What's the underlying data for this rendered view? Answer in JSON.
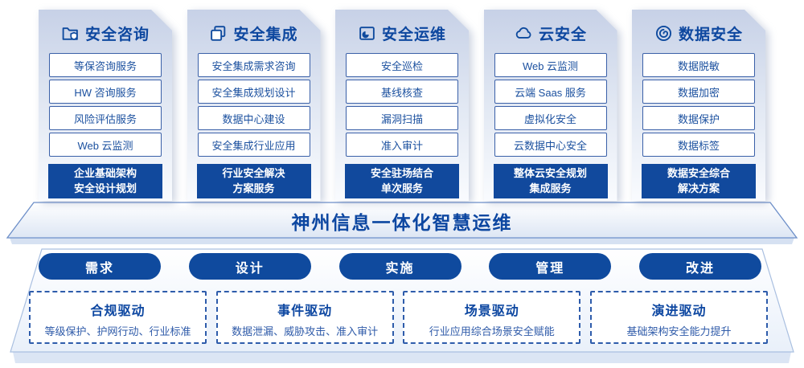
{
  "colors": {
    "primary_blue": "#0f4a9e",
    "deep_text_blue": "#0d47a1",
    "item_border_blue": "#3a60a8",
    "card_gradient_top": "#c7d1e7",
    "platform_edge": "#a9bfe0"
  },
  "columns": [
    {
      "title": "安全咨询",
      "icon": "folder-shield-icon",
      "items": [
        "等保咨询服务",
        "HW 咨询服务",
        "风险评估服务",
        "Web 云监测"
      ],
      "highlight": "企业基础架构\n安全设计规划"
    },
    {
      "title": "安全集成",
      "icon": "documents-icon",
      "items": [
        "安全集成需求咨询",
        "安全集成规划设计",
        "数据中心建设",
        "安全集成行业应用"
      ],
      "highlight": "行业安全解决\n方案服务"
    },
    {
      "title": "安全运维",
      "icon": "folder-pie-icon",
      "items": [
        "安全巡检",
        "基线核查",
        "漏洞扫描",
        "准入审计"
      ],
      "highlight": "安全驻场结合\n单次服务"
    },
    {
      "title": "云安全",
      "icon": "cloud-icon",
      "items": [
        "Web 云监测",
        "云端 Saas 服务",
        "虚拟化安全",
        "云数据中心安全"
      ],
      "highlight": "整体云安全规划\n集成服务"
    },
    {
      "title": "数据安全",
      "icon": "fingerprint-spiral-icon",
      "items": [
        "数据脱敏",
        "数据加密",
        "数据保护",
        "数据标签"
      ],
      "highlight": "数据安全综合\n解决方案"
    }
  ],
  "banner": {
    "title": "神州信息一体化智慧运维"
  },
  "phases": [
    "需求",
    "设计",
    "实施",
    "管理",
    "改进"
  ],
  "drivers": [
    {
      "title": "合规驱动",
      "desc": "等级保护、护网行动、行业标准"
    },
    {
      "title": "事件驱动",
      "desc": "数据泄漏、威胁攻击、准入审计"
    },
    {
      "title": "场景驱动",
      "desc": "行业应用综合场景安全赋能"
    },
    {
      "title": "演进驱动",
      "desc": "基础架构安全能力提升"
    }
  ]
}
